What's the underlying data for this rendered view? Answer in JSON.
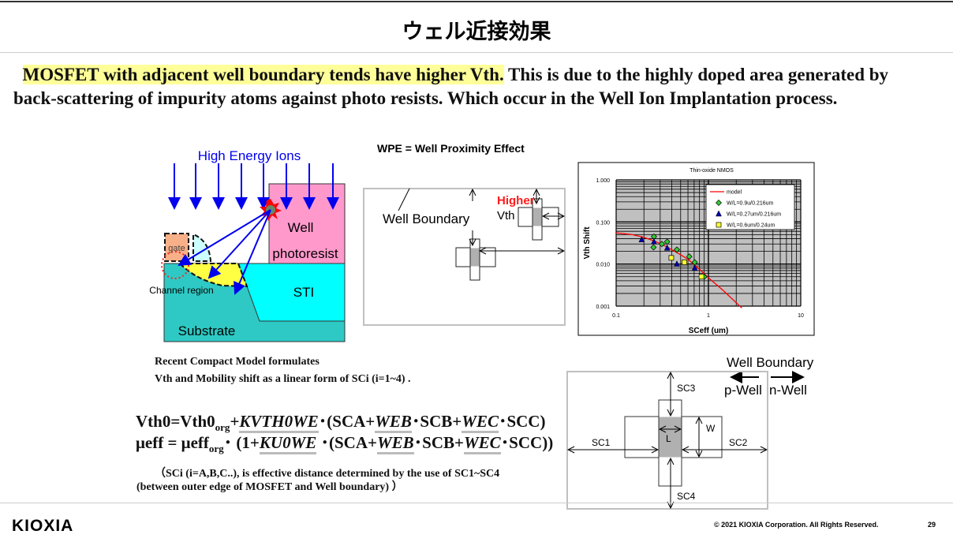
{
  "title": "ウェル近接効果",
  "intro": {
    "highlight": "MOSFET with adjacent well boundary tends have higher Vth.",
    "rest": " This is due to the highly doped area generated by back-scattering of impurity atoms against photo resists. Which occur in the Well Ion Implantation process."
  },
  "ion_diagram": {
    "title": "High Energy Ions",
    "well": "Well",
    "photoresist": "photoresist",
    "gate": "gate",
    "channel": "Channel region",
    "sti": "STI",
    "substrate": "Substrate"
  },
  "wpe_diagram": {
    "title": "WPE = Well Proximity Effect",
    "well_boundary": "Well Boundary",
    "higher": "Higher",
    "vth": "Vth"
  },
  "chart_data": {
    "type": "scatter",
    "title": "Thin-oxide NMOS",
    "xlabel": "SCeff (um)",
    "ylabel": "Vth Shift",
    "xscale": "log",
    "yscale": "log",
    "xlim": [
      0.1,
      10
    ],
    "ylim": [
      0.001,
      1
    ],
    "xticks": [
      "0.1",
      "1",
      "10"
    ],
    "yticks": [
      "1.000",
      "0.100",
      "0.010",
      "0.001"
    ],
    "grid": true,
    "legend": "top-right",
    "series": [
      {
        "name": "model",
        "kind": "line",
        "color": "#ff0000",
        "x": [
          0.1,
          0.15,
          0.2,
          0.27,
          0.35,
          0.45,
          0.6,
          0.8,
          1.0,
          1.4,
          1.8,
          2.3
        ],
        "y": [
          0.055,
          0.05,
          0.043,
          0.034,
          0.026,
          0.019,
          0.013,
          0.0075,
          0.0047,
          0.0025,
          0.0015,
          0.0009
        ]
      },
      {
        "name": "W/L=0.9u/0.216um",
        "kind": "diamond",
        "color": "#33cc33",
        "x": [
          0.257,
          0.254,
          0.313,
          0.357,
          0.455,
          0.62,
          0.71,
          0.9
        ],
        "y": [
          0.045,
          0.025,
          0.03,
          0.034,
          0.022,
          0.015,
          0.011,
          0.005
        ]
      },
      {
        "name": "W/L=0.27um/0.216um",
        "kind": "triangle",
        "color": "#0000aa",
        "x": [
          0.189,
          0.257,
          0.357,
          0.455,
          0.71
        ],
        "y": [
          0.038,
          0.034,
          0.024,
          0.01,
          0.008
        ]
      },
      {
        "name": "W/L=0.6um/0.24um",
        "kind": "square",
        "color": "#ffff33",
        "x": [
          0.396,
          0.55,
          0.84
        ],
        "y": [
          0.014,
          0.011,
          0.005
        ]
      }
    ]
  },
  "formulas": {
    "intro1": "Recent Compact Model formulates",
    "intro2": "Vth and Mobility shift as a linear form of  SCi (i=1~4) .",
    "f1": {
      "a": "Vth0=Vth0",
      "sub": "org",
      "b": "+",
      "k": "KVTH0WE",
      "c": "･(SCA+",
      "web": "WEB",
      "d": "･SCB+",
      "wec": "WEC",
      "e": "･SCC)"
    },
    "f2": {
      "a": "μeff  = μeff",
      "sub": "org",
      "b": "･ (1+",
      "k": "KU0WE",
      "c": " ･(SCA+",
      "web": "WEB",
      "d": "･SCB+",
      "wec": "WEC",
      "e": "･SCC))"
    },
    "note1": "（SCi (i=A,B,C..), is effective distance determined by the use of SC1~SC4",
    "note2": "(between outer edge of MOSFET and Well boundary) ）"
  },
  "sc_diagram": {
    "well_boundary": "Well Boundary",
    "p_well": "p-Well",
    "n_well": "n-Well",
    "sc1": "SC1",
    "sc2": "SC2",
    "sc3": "SC3",
    "sc4": "SC4",
    "l": "L",
    "w": "W"
  },
  "footer": {
    "logo": "KIOXIA",
    "copyright": "© 2021 KIOXIA Corporation. All Rights Reserved.",
    "page": "29"
  }
}
